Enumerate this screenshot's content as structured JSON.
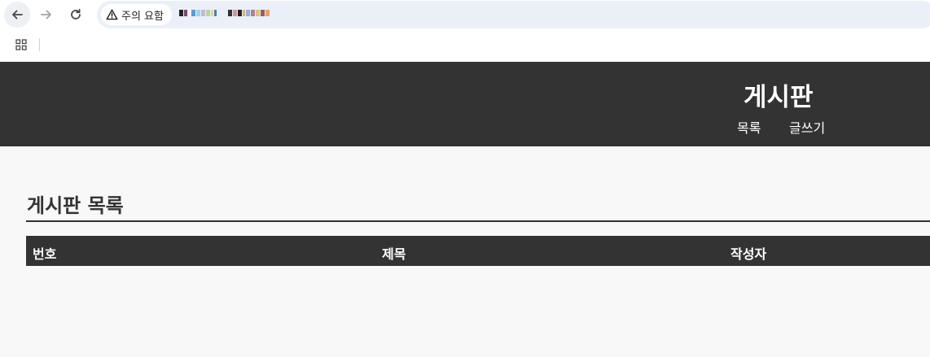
{
  "browser": {
    "security_label": "주의 요함",
    "icons": {
      "back": "arrow-left-icon",
      "forward": "arrow-right-icon",
      "reload": "reload-icon",
      "warning": "warning-triangle-icon",
      "apps": "apps-grid-icon"
    }
  },
  "header": {
    "title": "게시판",
    "nav": [
      {
        "label": "목록"
      },
      {
        "label": "글쓰기"
      }
    ]
  },
  "main": {
    "heading": "게시판 목록",
    "table": {
      "columns": [
        "번호",
        "제목",
        "작성자"
      ],
      "rows": []
    }
  },
  "colors": {
    "header_bg": "#333333",
    "page_bg": "#f8f8f8",
    "omnibox_bg": "#ebf0f8",
    "text_dark": "#333333",
    "text_light": "#ffffff"
  }
}
